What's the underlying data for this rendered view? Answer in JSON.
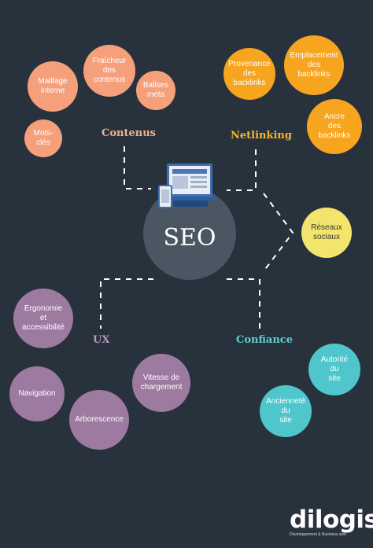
{
  "colors": {
    "background": "#27323d",
    "contenus": "#f6a07b",
    "netlinking": "#f7a41f",
    "reseaux": "#f3e46d",
    "ux": "#9d7aa0",
    "confiance": "#4fc6cb"
  },
  "center": {
    "label": "SEO",
    "icon": "devices-icon"
  },
  "categories": {
    "contenus": "Contenus",
    "netlinking": "Netlinking",
    "ux": "UX",
    "confiance": "Confiance"
  },
  "contenus": {
    "maillage": "Maillage\ninterne",
    "fraicheur": "Fraîcheur\ndes\ncontenus",
    "balises": "Balises\nmeta",
    "mots_cles": "Mots-\nclés"
  },
  "netlinking": {
    "provenance": "Provenance\ndes\nbacklinks",
    "emplacement": "Emplacement\ndes\nbacklinks",
    "ancre": "Ancre\ndes\nbacklinks"
  },
  "reseaux": {
    "label": "Réseaux\nsociaux"
  },
  "ux": {
    "ergonomie": "Ergonomie\net\naccessibilité",
    "vitesse": "Vitesse de\nchargement",
    "navigation": "Navigation",
    "arborescence": "Arborescence"
  },
  "confiance": {
    "autorite": "Autorité\ndu\nsite",
    "anciennete": "Ancienneté\ndu\nsite"
  },
  "logo": {
    "text": "dilogis",
    "tagline": "Développement & Business web"
  }
}
